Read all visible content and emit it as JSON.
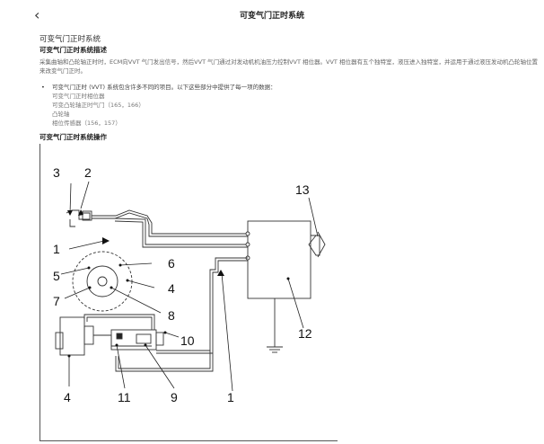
{
  "header": {
    "back_icon": "chevron-left-icon",
    "title": "可变气门正时系统"
  },
  "doc": {
    "heading": "可变气门正时系统",
    "subheading": "可变气门正时系统描述",
    "description": "采集曲轴和凸轮轴正时时，ECM向VVT 气门发出信号，然后VVT 气门通过对发动机机油压力控制VVT 相位器。VVT 相位器有五个独特室，液压进入独特室，并运用于通过液压发动机凸轮轴位置来改变气门正时。",
    "bullets": [
      {
        "text": "可变气门正时 (VVT) 系统包含许多不同的项目。以下这些部分中提供了每一项的数据：",
        "dot": true
      },
      {
        "text": "可变气门正时相位器",
        "dot": false
      },
      {
        "text": "可变凸轮轴正时气门（165，166）",
        "dot": false
      },
      {
        "text": "凸轮轴",
        "dot": false
      },
      {
        "text": "相位传感器（156，157）",
        "dot": false
      }
    ],
    "section_heading": "可变气门正时系统操作"
  },
  "diagram": {
    "callouts": [
      "3",
      "2",
      "1",
      "5",
      "6",
      "7",
      "4",
      "8",
      "10",
      "4",
      "11",
      "9",
      "1",
      "13",
      "12"
    ]
  }
}
